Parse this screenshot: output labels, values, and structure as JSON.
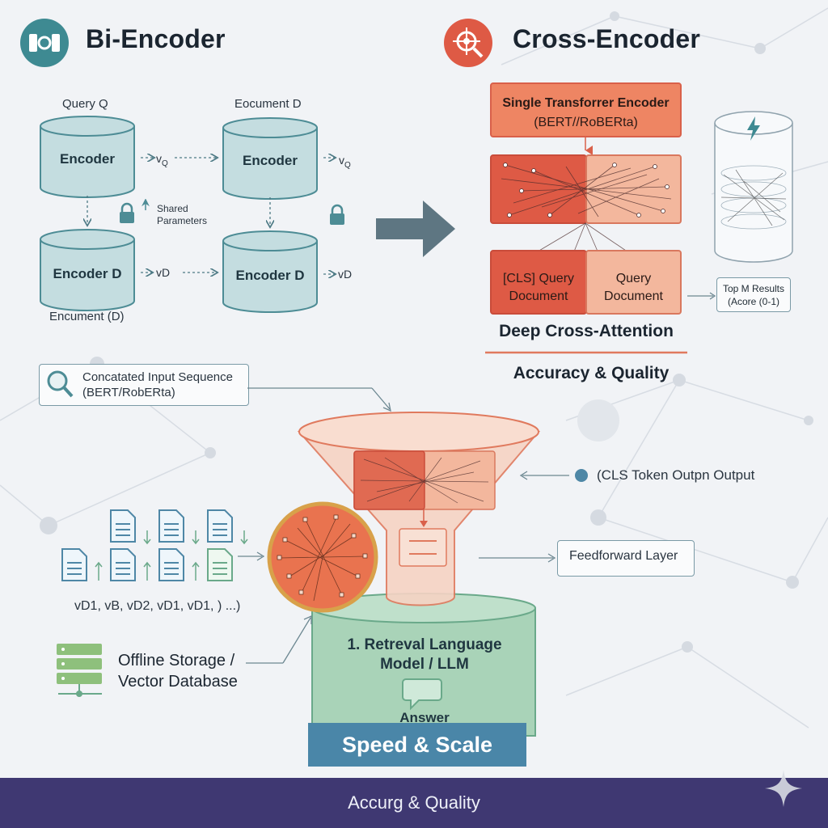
{
  "bi": {
    "title": "Bi-Encoder",
    "query_label": "Query Q",
    "doc_label": "Eocument D",
    "encoder_label": "Encoder",
    "encoder_d_label": "Encoder D",
    "vq": "v",
    "vq_sub": "Q",
    "vd": "vD",
    "shared_line1": "Shared",
    "shared_line2": "Parameters",
    "bottom_caption": "Encument (D)"
  },
  "cross": {
    "title": "Cross-Encoder",
    "single_line1": "Single Transforrer Encoder",
    "single_line2": "(BERT//RoBERta)",
    "cls_line1": "[CLS] Query",
    "cls_line2": "Document",
    "qd_line1": "Query",
    "qd_line2": "Document",
    "deep": "Deep Cross-Attention",
    "accuracy": "Accuracy & Quality",
    "topm_line1": "Top M Results",
    "topm_line2": "(Acore (0-1)"
  },
  "pipeline": {
    "concat_line1": "Concatated Input Sequence",
    "concat_line2": "(BERT/RobERta)",
    "cls_token": "(CLS Token Outpn Output",
    "feedforward": "Feedforward Layer",
    "vectors": "vD1, vB, vD2, vD1, vD1, ) ...)",
    "storage_line1": "Offline Storage /",
    "storage_line2": "Vector Database",
    "llm_line1": "1. Retreval Language",
    "llm_line2": "Model / LLM",
    "answer": "Answer",
    "speed": "Speed & Scale"
  },
  "footer": {
    "label": "Accurg & Quality"
  },
  "colors": {
    "teal": "#3e8a92",
    "encoder_fill": "#c4dde0",
    "encoder_stroke": "#4d8c95",
    "cross_red": "#e07a5e",
    "cross_red_dark": "#d9604a",
    "cross_salmon": "#f3b79d",
    "green_cyl": "#a9d3b8",
    "speed_bar": "#4a86a8",
    "footer": "#3f3872"
  },
  "icons": [
    "bi-encoder-icon",
    "crosshair-icon",
    "lock-icon",
    "shared-parameters-icon",
    "lightning-icon",
    "search-icon",
    "document-icon",
    "server-icon",
    "chat-bubble-icon",
    "sparkle-icon"
  ]
}
